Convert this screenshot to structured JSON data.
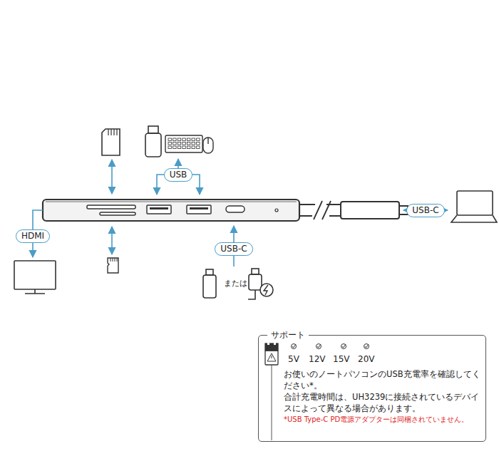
{
  "diagram": {
    "nodes": [
      {
        "text": [
          "USB"
        ]
      },
      {
        "text": [
          "USB-C"
        ]
      },
      {
        "text": [
          "HDMI"
        ]
      },
      {
        "text": [
          "USB-C"
        ]
      },
      {
        "text": [
          "サポート",
          "お使いのノートパソコンのUSB充電率を確認してください*。",
          "合計充電時間は、UH3239に接続されているデバイスによって異なる場合があります。",
          "*USB Type-C PD電源アダプターは同梱されていません。"
        ]
      }
    ],
    "labels": [
      "または",
      "5V",
      "12V",
      "15V",
      "20V"
    ]
  }
}
